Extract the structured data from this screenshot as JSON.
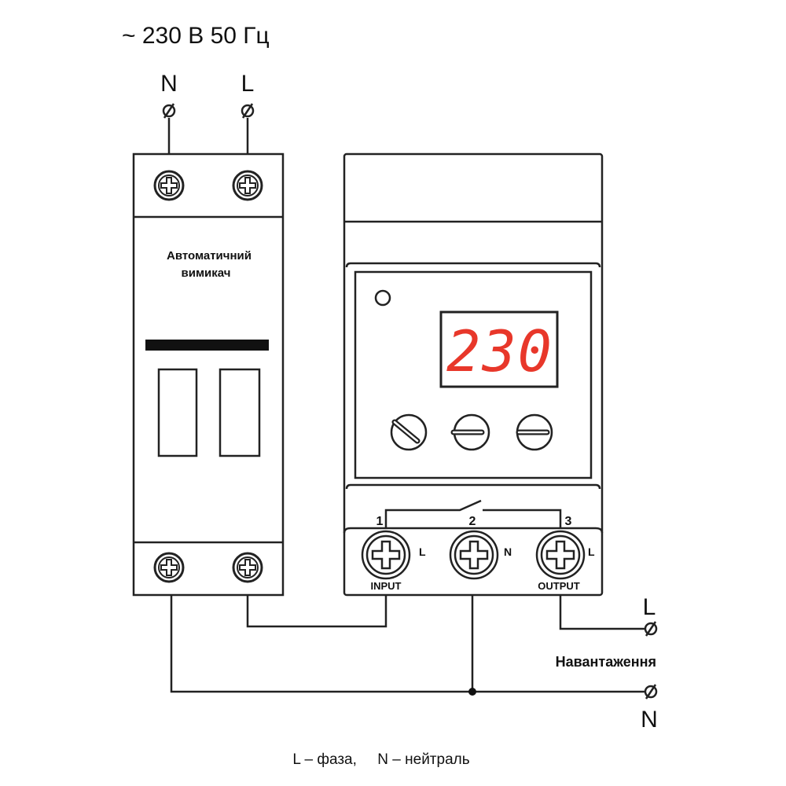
{
  "supply": {
    "title": "~ 230 В 50 Гц",
    "n_label": "N",
    "l_label": "L"
  },
  "breaker": {
    "label_line1": "Автоматичний",
    "label_line2": "вимикач"
  },
  "relay": {
    "display_value": "230",
    "display_color": "#e8372a",
    "terminals": [
      {
        "number": "1",
        "label": "L",
        "caption": "INPUT"
      },
      {
        "number": "2",
        "label": "N",
        "caption": ""
      },
      {
        "number": "3",
        "label": "L",
        "caption": "OUTPUT"
      }
    ]
  },
  "load": {
    "label": "Навантаження",
    "l_label": "L",
    "n_label": "N"
  },
  "legend": "L – фаза,     N – нейтраль"
}
